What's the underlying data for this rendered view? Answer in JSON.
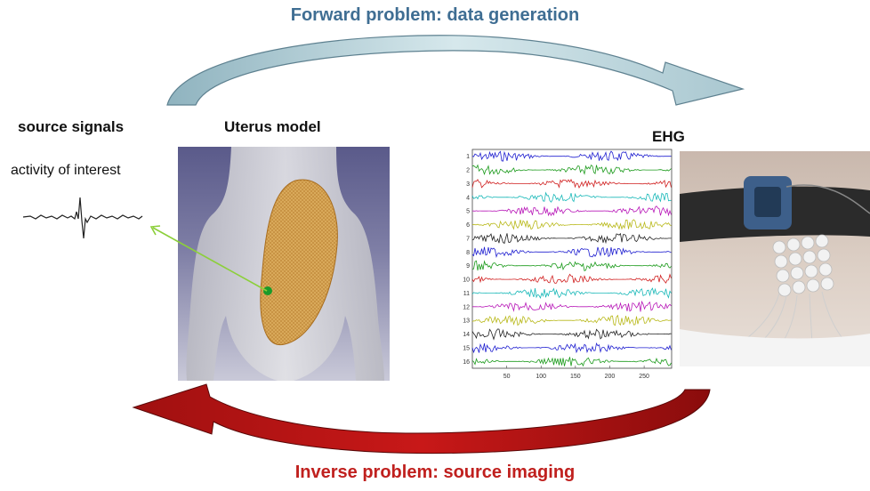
{
  "forward_title": "Forward problem: data generation",
  "inverse_title": "Inverse problem: source imaging",
  "source_label": "source signals",
  "activity_label": "activity of interest",
  "uterus_label": "Uterus model",
  "ehg_label": "EHG",
  "ehg_plot": {
    "channel_labels": [
      "1",
      "2",
      "3",
      "4",
      "5",
      "6",
      "7",
      "8",
      "9",
      "10",
      "11",
      "12",
      "13",
      "14",
      "15",
      "16"
    ],
    "x_ticks": [
      "50",
      "100",
      "150",
      "200",
      "250"
    ],
    "channel_colors": [
      "#1f1fd0",
      "#1a9a1a",
      "#d01f1f",
      "#18b8b8",
      "#b818b8",
      "#b8b818",
      "#222222",
      "#1f1fd0",
      "#1a9a1a",
      "#d01f1f",
      "#18b8b8",
      "#b818b8",
      "#b8b818",
      "#222222",
      "#1f1fd0",
      "#1a9a1a"
    ]
  },
  "colors": {
    "forward_arrow": "#a9c7d0",
    "inverse_arrow": "#b01515"
  }
}
